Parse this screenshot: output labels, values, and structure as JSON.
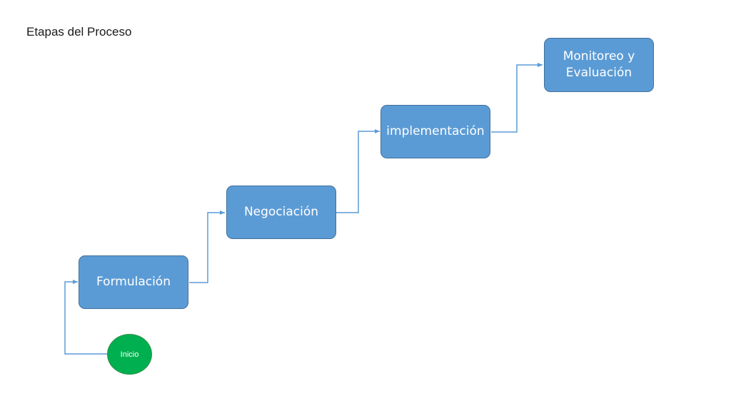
{
  "diagram": {
    "title": "Etapas del Proceso",
    "start": {
      "label": "Inicio"
    },
    "stages": [
      {
        "label": "Formulación"
      },
      {
        "label": "Negociación"
      },
      {
        "label": "implementación"
      },
      {
        "label": "Monitoreo y Evaluación"
      }
    ],
    "connections": [
      {
        "from": "Inicio",
        "to": "Formulación"
      },
      {
        "from": "Formulación",
        "to": "Negociación"
      },
      {
        "from": "Negociación",
        "to": "implementación"
      },
      {
        "from": "implementación",
        "to": "Monitoreo y Evaluación"
      }
    ]
  },
  "colors": {
    "stage_fill": "#5b9bd5",
    "stage_border": "#41719c",
    "start_fill": "#00b050",
    "connector": "#5b9bd5",
    "title_text": "#1a1a1a"
  }
}
